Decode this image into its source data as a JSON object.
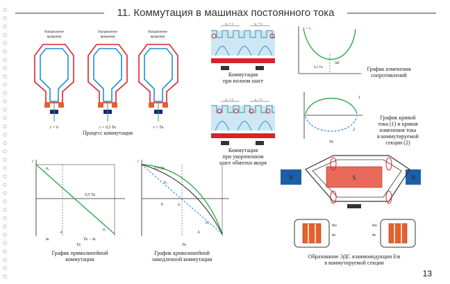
{
  "header": {
    "title": "11. Коммутация в машинах постоянного тока",
    "page_number": "13"
  },
  "process": {
    "direction_label": "Направление\nвращения",
    "moments": [
      "t = 0",
      "t = 0,5 Tк",
      "t = Tк"
    ],
    "caption": "Процесс коммутации"
  },
  "commutation_steps": {
    "full_caption": "Коммутация\nпри полном шаге",
    "short_caption": "Коммутация\nпри укороченном\nшаге обмотки якоря",
    "pitch_label": "y₁ = τ"
  },
  "resistance_graph": {
    "y_label": "r₁ + r₂",
    "x_label": "0,5 Tк",
    "delta_label": "ΔR",
    "caption": "График изменения\nсопротивлений"
  },
  "current_graph": {
    "caption": "График кривой\nтока (1) и кривая\nизменения тока\nв коммутируемой\nсекции (2)",
    "curve1": "1",
    "curve2": "2",
    "period": "Tк"
  },
  "linear_graph": {
    "caption": "График прямолинейной\nкоммутации",
    "labels": [
      "i",
      "α₂",
      "α₁",
      "0,5 Tк",
      "Tк",
      "tк",
      "Tк − tк",
      "A"
    ]
  },
  "curvilinear_graph": {
    "caption": "График криволинейной\nзамедленной коммутации",
    "labels": [
      "i",
      "0,5 Tк",
      "Tк",
      "a",
      "b",
      "α₁",
      "α₂",
      "A"
    ]
  },
  "emf_diagram": {
    "caption": "Образование ЭДС взаимоиндукции Eм\nв коммутируемой секции",
    "labels": [
      "N",
      "S",
      "N"
    ],
    "phi_labels": [
      "Φм",
      "Φм",
      "Φс",
      "Φс"
    ]
  },
  "colors": {
    "red": "#d8232a",
    "blue": "#1c8fd8",
    "green": "#2eaa4a",
    "teal": "#4fa3b7",
    "navy": "#1a237e",
    "orange": "#e4612b"
  }
}
